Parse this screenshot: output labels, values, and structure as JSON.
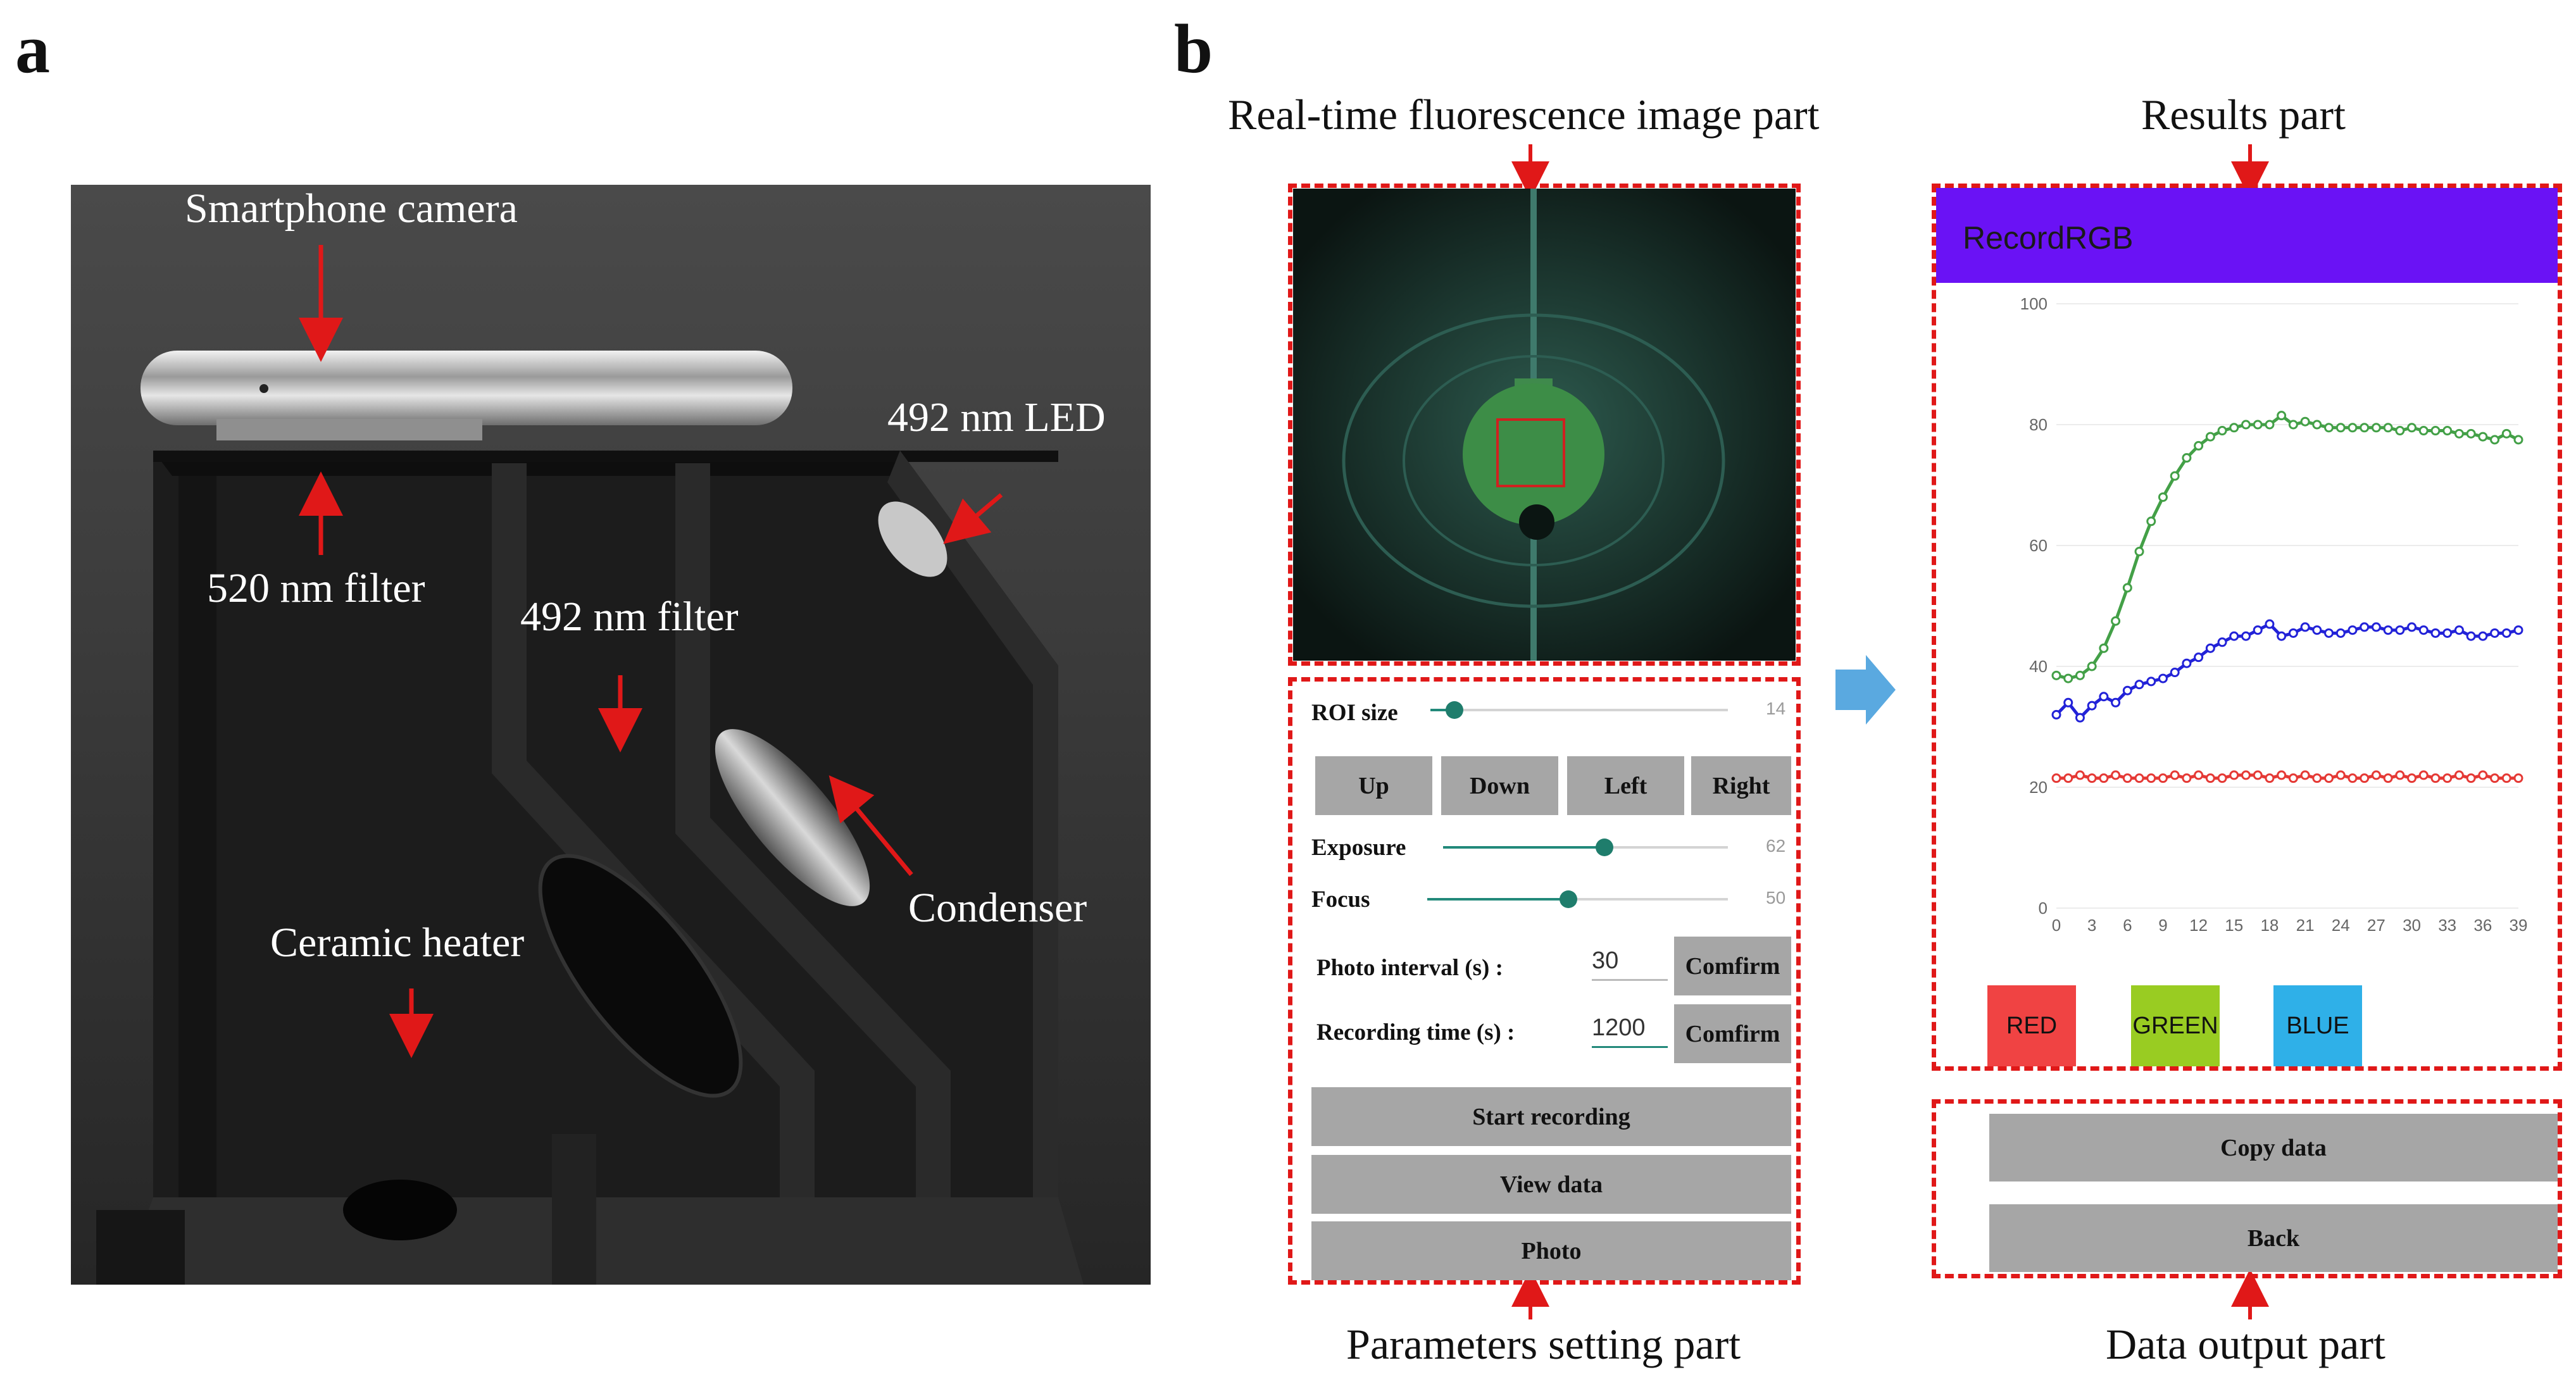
{
  "panel_a": {
    "letter": "a",
    "labels": {
      "smartphone": "Smartphone camera",
      "led": "492 nm LED",
      "filter520": "520 nm filter",
      "filter492": "492 nm filter",
      "condenser": "Condenser",
      "heater": "Ceramic heater"
    }
  },
  "panel_b": {
    "letter": "b",
    "captions": {
      "realtime": "Real-time fluorescence image part",
      "results": "Results part",
      "params": "Parameters setting part",
      "output": "Data output part"
    }
  },
  "params": {
    "roi_label": "ROI size",
    "roi_value": "14",
    "roi_fraction": 0.08,
    "buttons": {
      "up": "Up",
      "down": "Down",
      "left": "Left",
      "right": "Right"
    },
    "exposure_label": "Exposure",
    "exposure_value": "62",
    "exposure_fraction": 0.57,
    "focus_label": "Focus",
    "focus_value": "50",
    "focus_fraction": 0.47,
    "photo_interval_label": "Photo interval (s) :",
    "photo_interval_value": "30",
    "recording_time_label": "Recording time (s) :",
    "recording_time_value": "1200",
    "confirm_label": "Comfirm",
    "start_recording": "Start recording",
    "view_data": "View data",
    "photo": "Photo"
  },
  "results": {
    "app_title": "RecordRGB",
    "header_color": "#6a12f5",
    "legend": {
      "red": "RED",
      "green": "GREEN",
      "blue": "BLUE"
    },
    "legend_colors": {
      "red": "#f04343",
      "green": "#99cc22",
      "blue": "#2fb0e8"
    }
  },
  "output": {
    "copy_data": "Copy data",
    "back": "Back"
  },
  "chart_data": {
    "type": "line",
    "title": "",
    "xlabel": "",
    "ylabel": "",
    "x": [
      0,
      1,
      2,
      3,
      4,
      5,
      6,
      7,
      8,
      9,
      10,
      11,
      12,
      13,
      14,
      15,
      16,
      17,
      18,
      19,
      20,
      21,
      22,
      23,
      24,
      25,
      26,
      27,
      28,
      29,
      30,
      31,
      32,
      33,
      34,
      35,
      36,
      37,
      38,
      39
    ],
    "xticks": [
      "0",
      "3",
      "6",
      "9",
      "12",
      "15",
      "18",
      "21",
      "24",
      "27",
      "30",
      "33",
      "36",
      "39"
    ],
    "yticks": [
      "0",
      "20",
      "40",
      "60",
      "80",
      "100"
    ],
    "xlim": [
      0,
      39
    ],
    "ylim": [
      0,
      100
    ],
    "series": [
      {
        "color": "#43a047",
        "values": [
          38.5,
          38,
          38.5,
          40,
          43,
          47.5,
          53,
          59,
          64,
          68,
          71.5,
          74.5,
          76.5,
          78,
          79,
          79.5,
          80,
          80,
          80,
          81.5,
          80,
          80.5,
          80,
          79.5,
          79.5,
          79.5,
          79.5,
          79.5,
          79.5,
          79,
          79.5,
          79,
          79,
          79,
          78.5,
          78.5,
          78,
          77.5,
          78.5,
          77.5
        ]
      },
      {
        "color": "#2222d8",
        "values": [
          32,
          34,
          31.5,
          33.5,
          35,
          34,
          36,
          37,
          37.5,
          38,
          39,
          40.5,
          41.5,
          43,
          44,
          45,
          45,
          46,
          47,
          45,
          45.5,
          46.5,
          46,
          45.5,
          45.5,
          46,
          46.5,
          46.5,
          46,
          46,
          46.5,
          46,
          45.5,
          45.5,
          46,
          45,
          45,
          45.5,
          45.5,
          46
        ]
      },
      {
        "color": "#e53935",
        "values": [
          21.5,
          21.5,
          22,
          21.5,
          21.5,
          22,
          21.5,
          21.5,
          21.5,
          21.5,
          22,
          21.5,
          22,
          21.5,
          21.5,
          22,
          22,
          22,
          21.5,
          22,
          21.5,
          22,
          21.5,
          21.5,
          22,
          21.5,
          21.5,
          22,
          21.5,
          22,
          21.5,
          22,
          21.5,
          21.5,
          22,
          21.5,
          22,
          21.5,
          21.5,
          21.5
        ]
      }
    ]
  }
}
